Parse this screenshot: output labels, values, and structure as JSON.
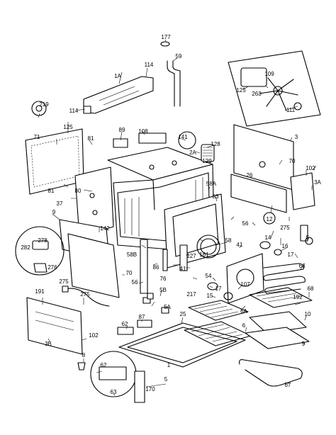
{
  "callouts": [
    "177",
    "59",
    "1A",
    "114",
    "114",
    "219",
    "125",
    "71",
    "89",
    "108",
    "141",
    "2A",
    "128",
    "129",
    "109",
    "125",
    "263",
    "111",
    "3",
    "70",
    "102",
    "3A",
    "81",
    "81",
    "37",
    "142",
    "80",
    "9",
    "83",
    "58A",
    "56",
    "12",
    "275",
    "14",
    "16",
    "17",
    "5",
    "278",
    "282",
    "276",
    "58B",
    "86",
    "76",
    "127",
    "161",
    "41",
    "58",
    "41",
    "17",
    "15",
    "54",
    "70",
    "56",
    "107",
    "66",
    "68",
    "191",
    "275",
    "5B",
    "5A",
    "87",
    "62",
    "217",
    "25",
    "6A",
    "6",
    "192",
    "10",
    "9",
    "3B",
    "102",
    "62",
    "63",
    "170",
    "5",
    "67",
    "8",
    "26",
    "275",
    "1"
  ]
}
